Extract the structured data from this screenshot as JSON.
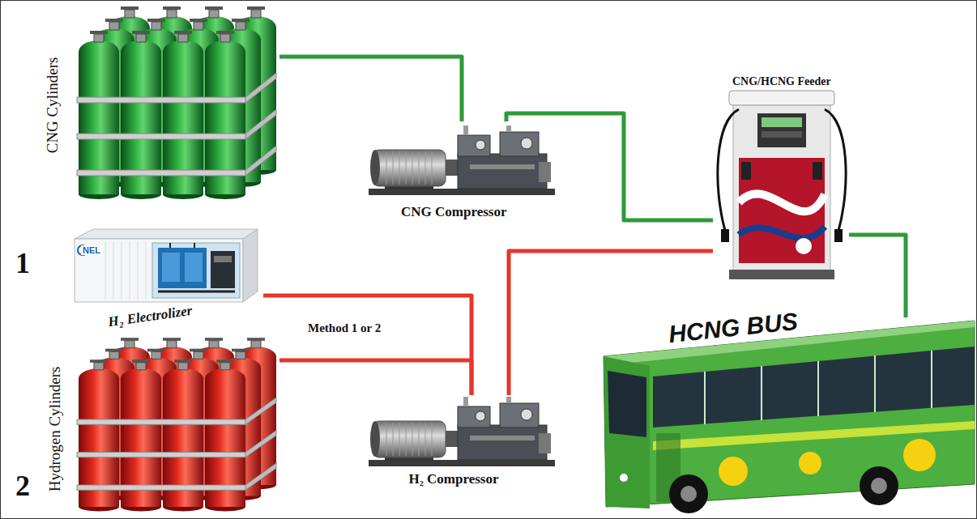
{
  "diagram": {
    "nodes": [
      {
        "text": [
          "CNG Cylinders"
        ]
      },
      {
        "text": [
          "CNG Compressor"
        ]
      },
      {
        "text": [
          "H₂ Electrolizer"
        ]
      },
      {
        "text": [
          "Hydrogen Cylinders"
        ]
      },
      {
        "text": [
          "H₂ Compressor"
        ]
      },
      {
        "text": [
          "CNG/HCNG Feeder"
        ]
      },
      {
        "text": [
          "HCNG BUS"
        ]
      }
    ],
    "edges": [
      {
        "from": 0,
        "to": 1,
        "arrow": "none"
      },
      {
        "from": 1,
        "to": 5,
        "arrow": "none"
      },
      {
        "from": 2,
        "to": 4,
        "arrow": "none"
      },
      {
        "from": 3,
        "to": 4,
        "arrow": "none"
      },
      {
        "from": 4,
        "to": 5,
        "arrow": "none"
      },
      {
        "from": 5,
        "to": 6,
        "arrow": "none"
      }
    ],
    "labels": [
      "1",
      "2",
      "Method 1 or 2",
      "NEL"
    ]
  }
}
